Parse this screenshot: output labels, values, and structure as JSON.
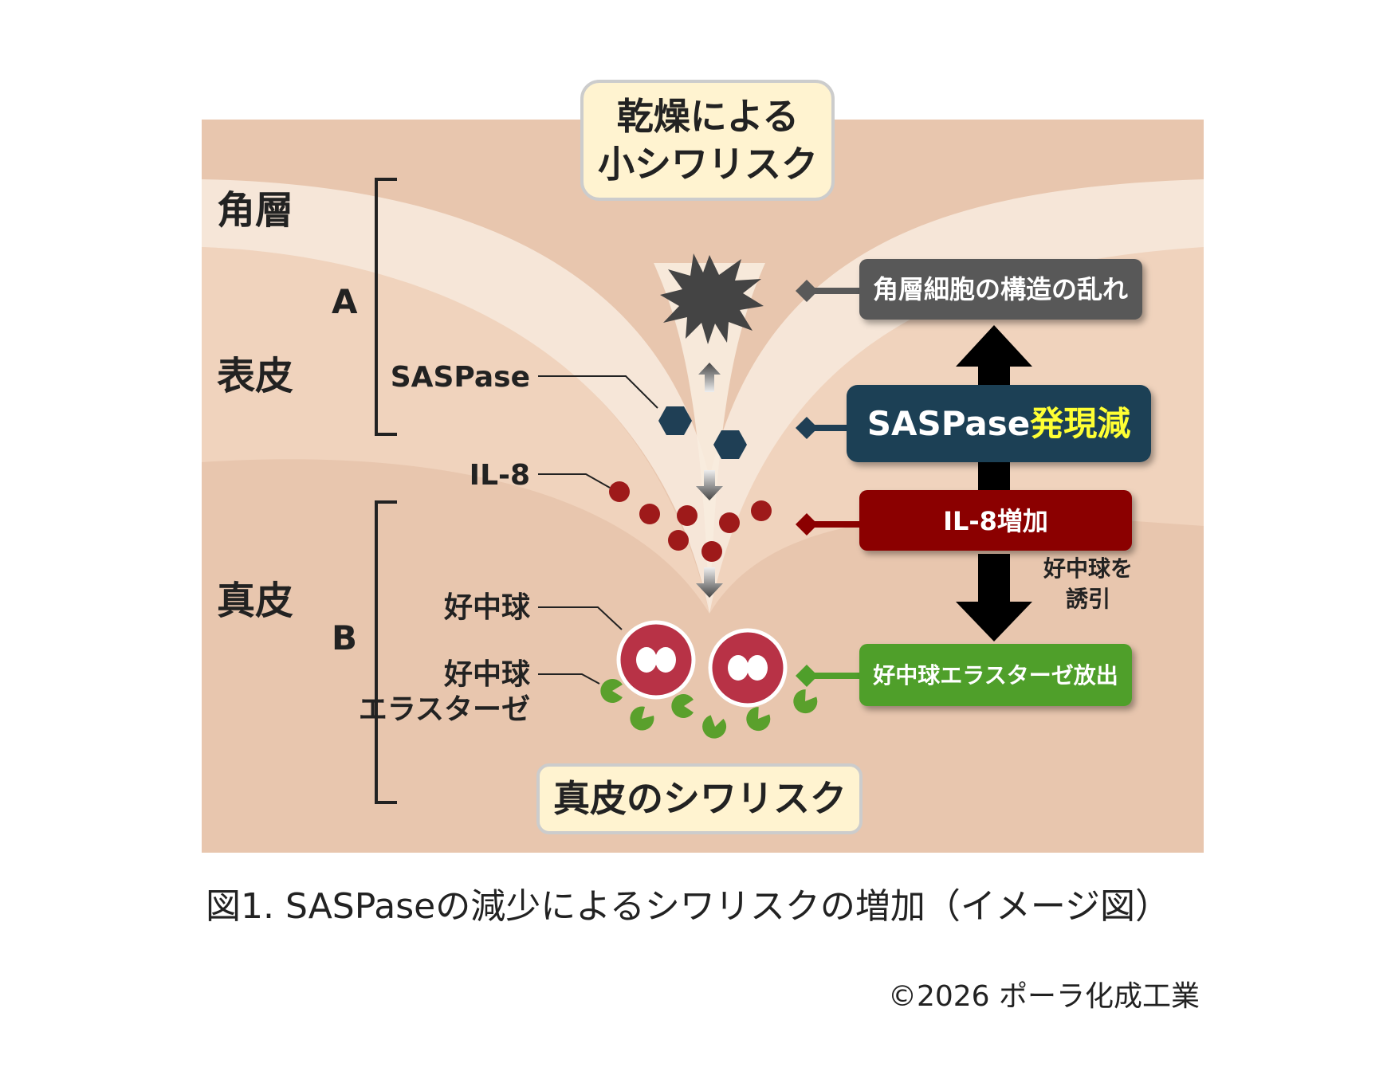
{
  "title_box": {
    "line1": "乾燥による",
    "line2": "小シワリスク"
  },
  "bottom_box": {
    "label": "真皮のシワリスク"
  },
  "layers": {
    "stratum_corneum": "角層",
    "epidermis": "表皮",
    "dermis": "真皮"
  },
  "brackets": {
    "a": "A",
    "b": "B"
  },
  "labels": {
    "saspase": "SASPase",
    "il8": "IL-8",
    "neutrophil": "好中球",
    "elastase_line1": "好中球",
    "elastase_line2": "エラスターゼ"
  },
  "boxes": {
    "structure": "角層細胞の構造の乱れ",
    "saspase_part1": "SASPase",
    "saspase_part2": "発現減",
    "il8_increase": "IL-8増加",
    "elastase_release": "好中球エラスターゼ放出"
  },
  "induce_note": {
    "line1": "好中球を",
    "line2": "誘引"
  },
  "caption": "図1. SASPaseの減少によるシワリスクの増加（イメージ図）",
  "copyright": "©2026 ポーラ化成工業",
  "colors": {
    "corneum": "#f6e6d8",
    "epidermis": "#f0d3bd",
    "dermis": "#e8c6ae",
    "structure_box": "#595959",
    "saspase_box": "#1f3f55",
    "highlight": "#ffff33",
    "il8_box": "#8b0000",
    "elastase_box": "#4f9f2b",
    "il8_dot": "#9e1a1a",
    "neutrophil": "#b83246",
    "elastase_mark": "#5aa02c",
    "callout_box": "#fff3d0"
  }
}
